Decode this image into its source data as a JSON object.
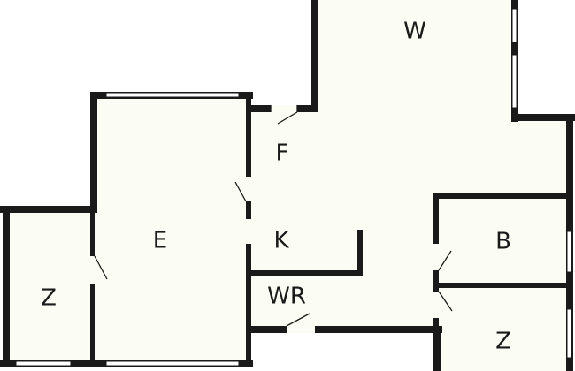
{
  "colors": {
    "wall": "#1a1a1a",
    "floor": "#fbfcf3",
    "background": "#ffffff"
  },
  "rooms": {
    "w": "W",
    "f": "F",
    "e": "E",
    "k": "K",
    "z_left": "Z",
    "wr": "WR",
    "b": "B",
    "z_right": "Z"
  }
}
